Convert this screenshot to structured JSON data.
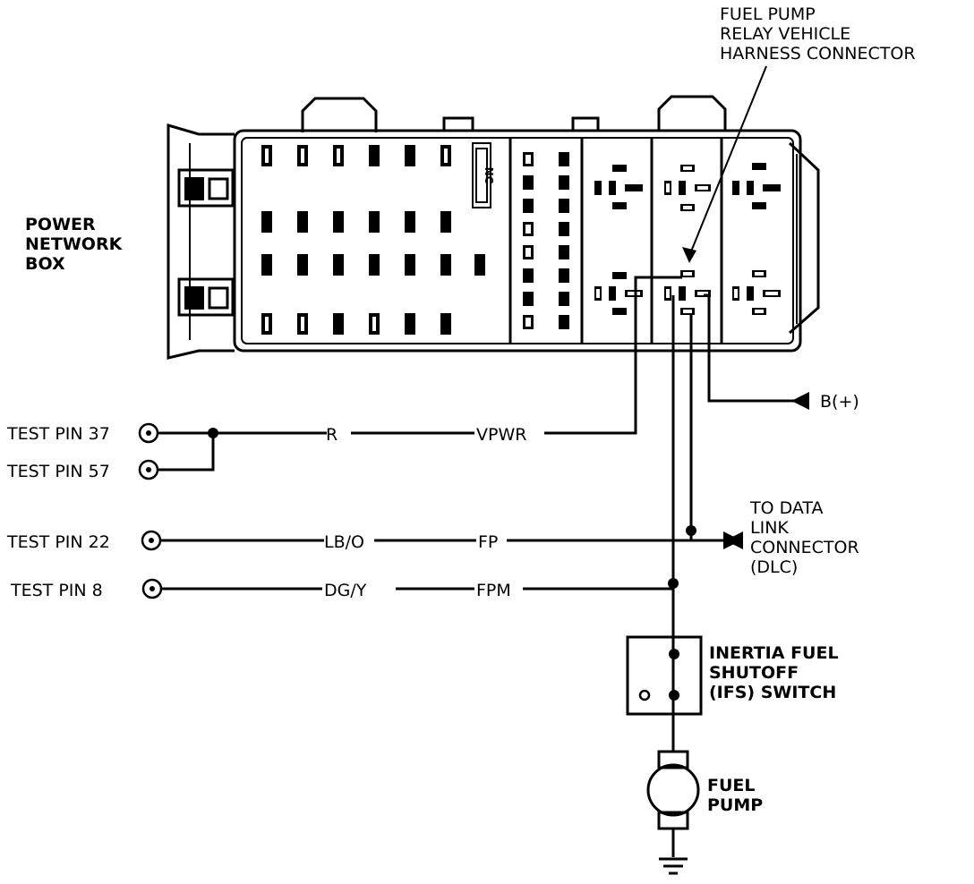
{
  "components": {
    "power_network_box": [
      "POWER",
      "NETWORK",
      "BOX"
    ],
    "relay_connector": [
      "FUEL PUMP",
      "RELAY VEHICLE",
      "HARNESS CONNECTOR"
    ],
    "ifs_switch": [
      "INERTIA FUEL",
      "SHUTOFF",
      "(IFS) SWITCH"
    ],
    "fuel_pump": [
      "FUEL",
      "PUMP"
    ],
    "dlc": [
      "TO DATA",
      "LINK",
      "CONNECTOR",
      "(DLC)"
    ],
    "battery": "B(+)",
    "fuse_marker": "NC"
  },
  "test_pins": {
    "pin37": "TEST PIN 37",
    "pin57": "TEST PIN 57",
    "pin22": "TEST PIN 22",
    "pin8": "TEST PIN 8"
  },
  "wires": {
    "vpwr": {
      "color": "R",
      "circuit": "VPWR"
    },
    "fp": {
      "color": "LB/O",
      "circuit": "FP"
    },
    "fpm": {
      "color": "DG/Y",
      "circuit": "FPM"
    }
  }
}
